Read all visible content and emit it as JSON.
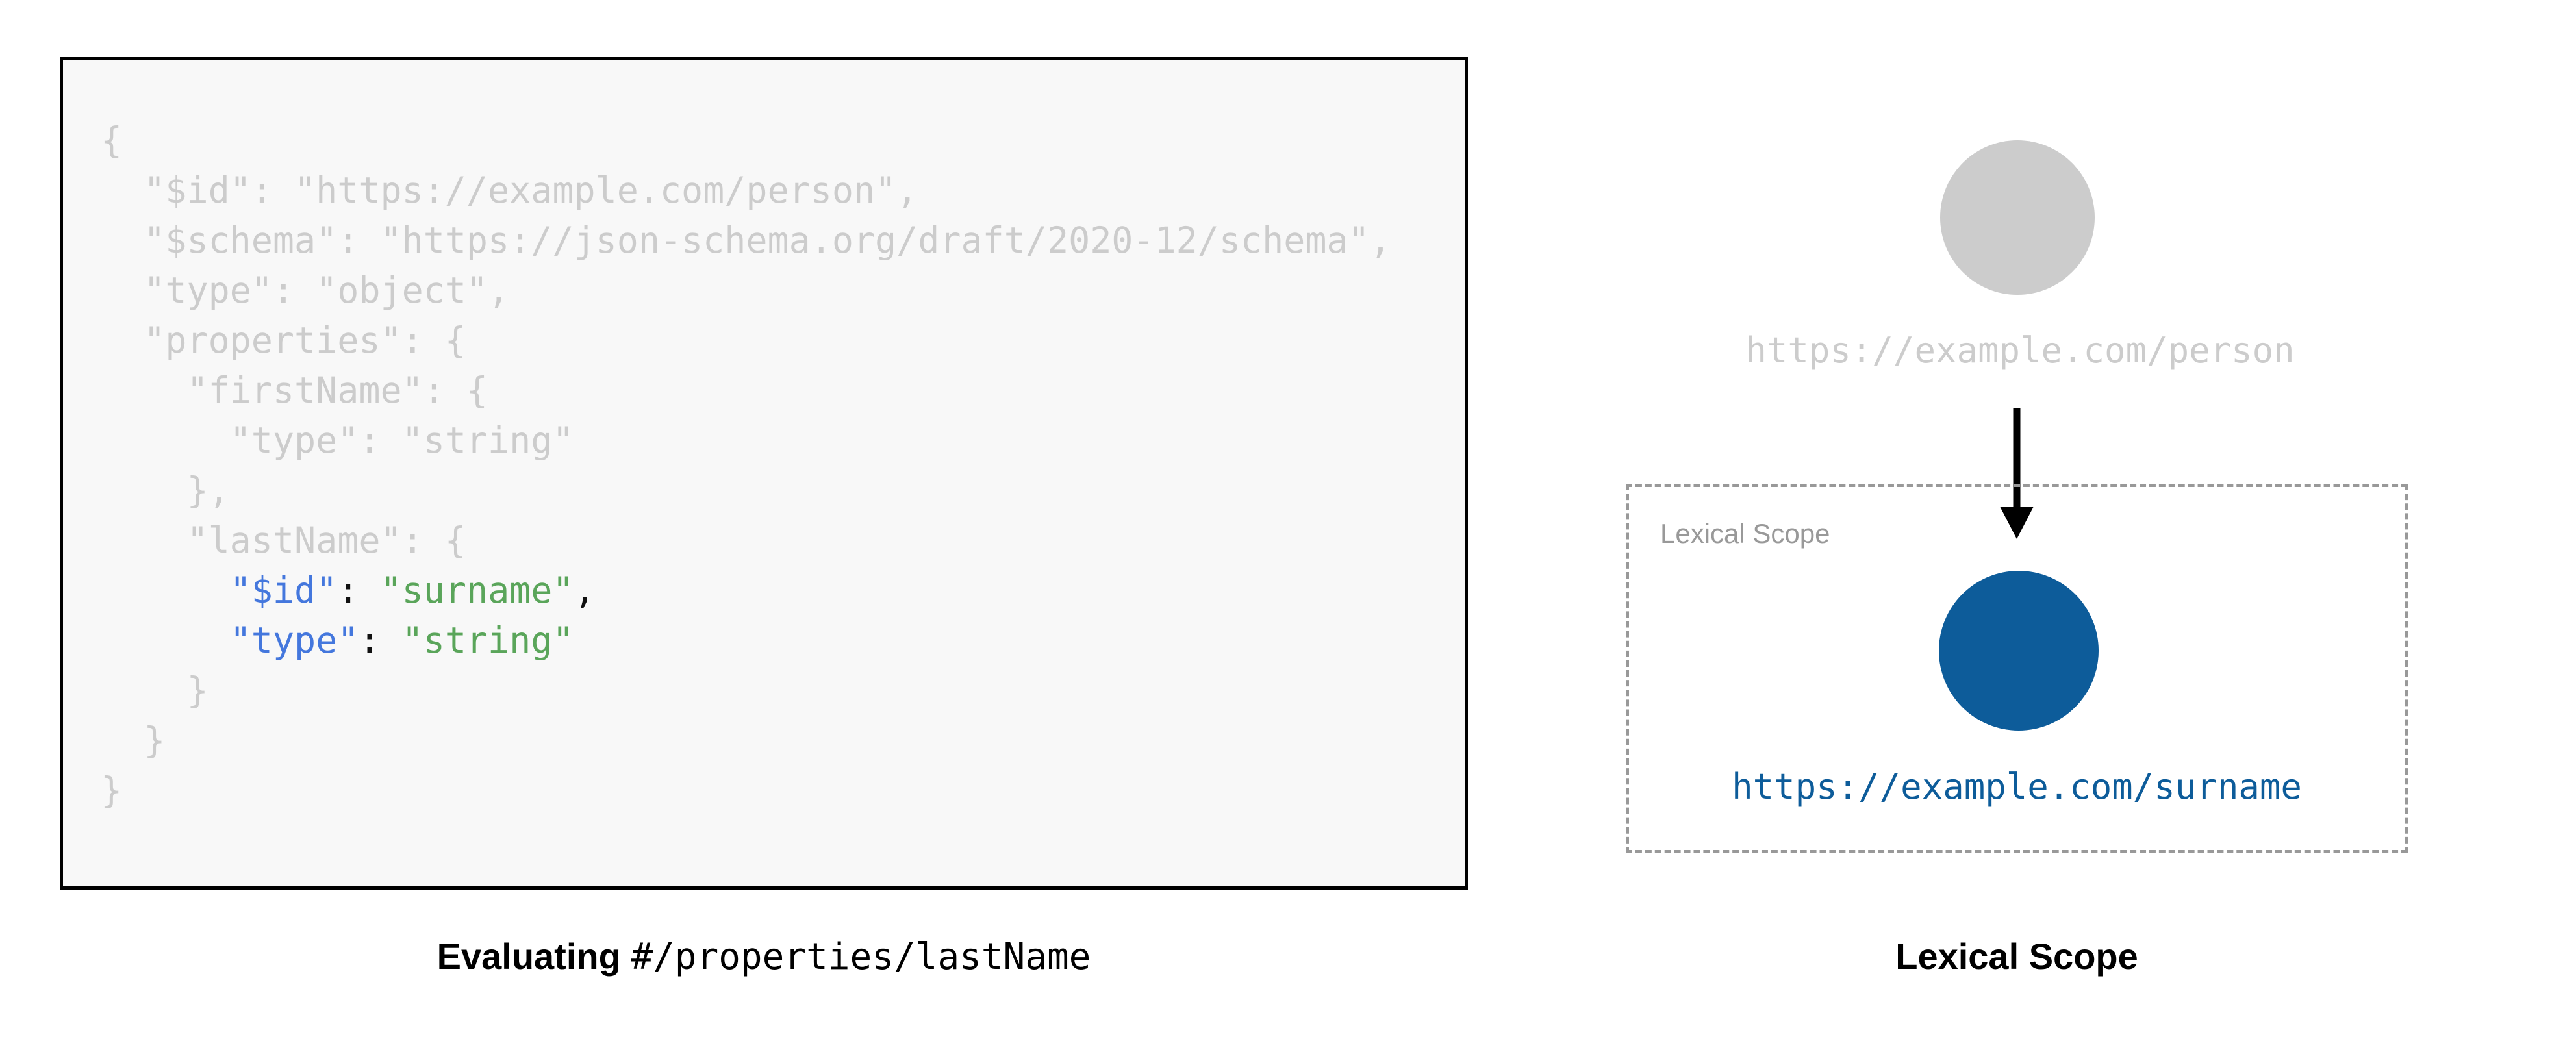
{
  "left_panel": {
    "code_block": {
      "language": "json",
      "lines": [
        [
          {
            "t": "{",
            "c": "dim"
          }
        ],
        [
          {
            "t": "  \"$id\": \"https://example.com/person\",",
            "c": "dim"
          }
        ],
        [
          {
            "t": "  \"$schema\": \"https://json-schema.org/draft/2020-12/schema\",",
            "c": "dim"
          }
        ],
        [
          {
            "t": "  \"type\": \"object\",",
            "c": "dim"
          }
        ],
        [
          {
            "t": "  \"properties\": {",
            "c": "dim"
          }
        ],
        [
          {
            "t": "    \"firstName\": {",
            "c": "dim"
          }
        ],
        [
          {
            "t": "      \"type\": \"string\"",
            "c": "dim"
          }
        ],
        [
          {
            "t": "    },",
            "c": "dim"
          }
        ],
        [
          {
            "t": "    \"lastName\": {",
            "c": "dim"
          }
        ],
        [
          {
            "t": "      ",
            "c": "dim"
          },
          {
            "t": "\"$id\"",
            "c": "key"
          },
          {
            "t": ": ",
            "c": "punc"
          },
          {
            "t": "\"surname\"",
            "c": "str"
          },
          {
            "t": ",",
            "c": "punc"
          }
        ],
        [
          {
            "t": "      ",
            "c": "dim"
          },
          {
            "t": "\"type\"",
            "c": "key"
          },
          {
            "t": ": ",
            "c": "punc"
          },
          {
            "t": "\"string\"",
            "c": "str"
          }
        ],
        [
          {
            "t": "    }",
            "c": "dim"
          }
        ],
        [
          {
            "t": "  }",
            "c": "dim"
          }
        ],
        [
          {
            "t": "}",
            "c": "dim"
          }
        ]
      ]
    },
    "caption": {
      "bold_part": "Evaluating",
      "mono_part": "#/properties/lastName"
    }
  },
  "right_panel": {
    "outer_node": {
      "label": "https://example.com/person",
      "color": "#cccccc"
    },
    "arrow": {
      "name": "downward-arrow",
      "color": "#000000"
    },
    "scope_box": {
      "label": "Lexical Scope",
      "border_color": "#999999",
      "border_style": "dashed"
    },
    "inner_node": {
      "label": "https://example.com/surname",
      "color": "#0d5c9a"
    },
    "caption": "Lexical Scope"
  },
  "colors": {
    "code_dim": "#cccccc",
    "code_key": "#4477dd",
    "code_string": "#5aa55a",
    "code_punctuation": "#111111",
    "code_background": "#f8f8f8",
    "code_border": "#000000",
    "accent_blue": "#0d5c9a",
    "muted_gray": "#999999",
    "page_background": "#ffffff"
  }
}
